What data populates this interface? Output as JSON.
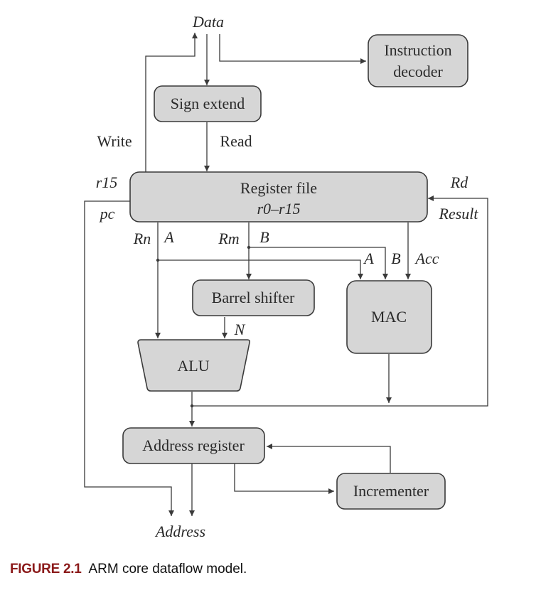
{
  "blocks": {
    "instruction_decoder": [
      "Instruction",
      "decoder"
    ],
    "sign_extend": "Sign extend",
    "register_file": [
      "Register file",
      "r0–r15"
    ],
    "barrel_shifter": "Barrel shifter",
    "mac": "MAC",
    "alu": "ALU",
    "address_register": "Address register",
    "incrementer": "Incrementer"
  },
  "signals": {
    "data": "Data",
    "write": "Write",
    "read": "Read",
    "r15": "r15",
    "pc": "pc",
    "rd": "Rd",
    "result": "Result",
    "rn": "Rn",
    "a": "A",
    "rm": "Rm",
    "b": "B",
    "mac_a": "A",
    "mac_b": "B",
    "acc": "Acc",
    "n": "N",
    "address": "Address"
  },
  "caption": {
    "figure": "FIGURE 2.1",
    "text": "ARM core dataflow model."
  },
  "colors": {
    "block_fill": "#d6d6d6",
    "line": "#3a3a3a",
    "caption_figure": "#8b1a1a"
  }
}
